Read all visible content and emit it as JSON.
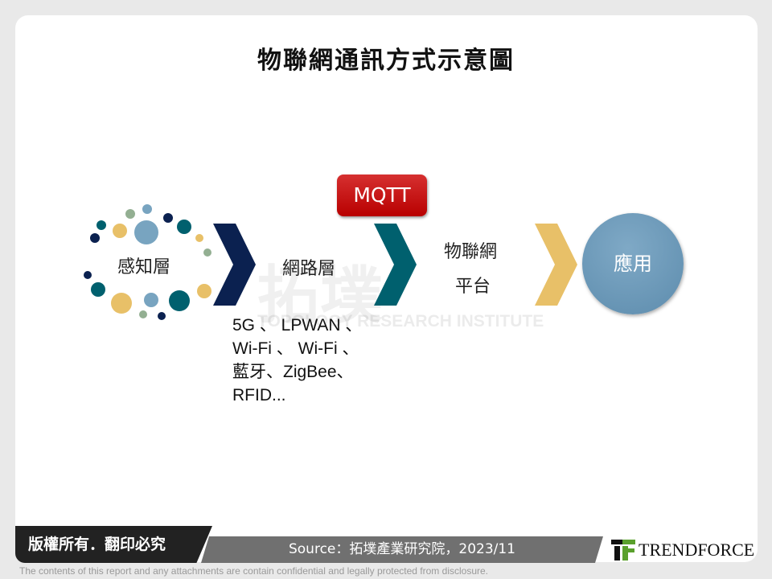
{
  "title": "物聯網通訊方式示意圖",
  "watermark": {
    "cn": "拓墣",
    "en": "TOPOLOGY RESEARCH INSTITUTE"
  },
  "nodes": {
    "sensing": "感知層",
    "network": "網路層",
    "platform_line1": "物聯網",
    "platform_line2": "平台",
    "application": "應用"
  },
  "protocol_badge": "MQTT",
  "network_protocols": [
    "5G 、 LPWAN 、",
    "Wi-Fi 、 Wi-Fi 、",
    "藍牙、ZigBee、",
    "RFID..."
  ],
  "colors": {
    "navy": "#0b2150",
    "teal": "#00606e",
    "gold": "#e8c068",
    "red": "#c00000",
    "blue": "#6a9ab8"
  },
  "footer": {
    "copyright": "版權所有．翻印必究",
    "source": "Source：拓墣產業研究院，2023/11",
    "brand": "TRENDFORCE",
    "disclaimer": "The contents of this report and any attachments are contain confidential and legally protected from disclosure."
  }
}
